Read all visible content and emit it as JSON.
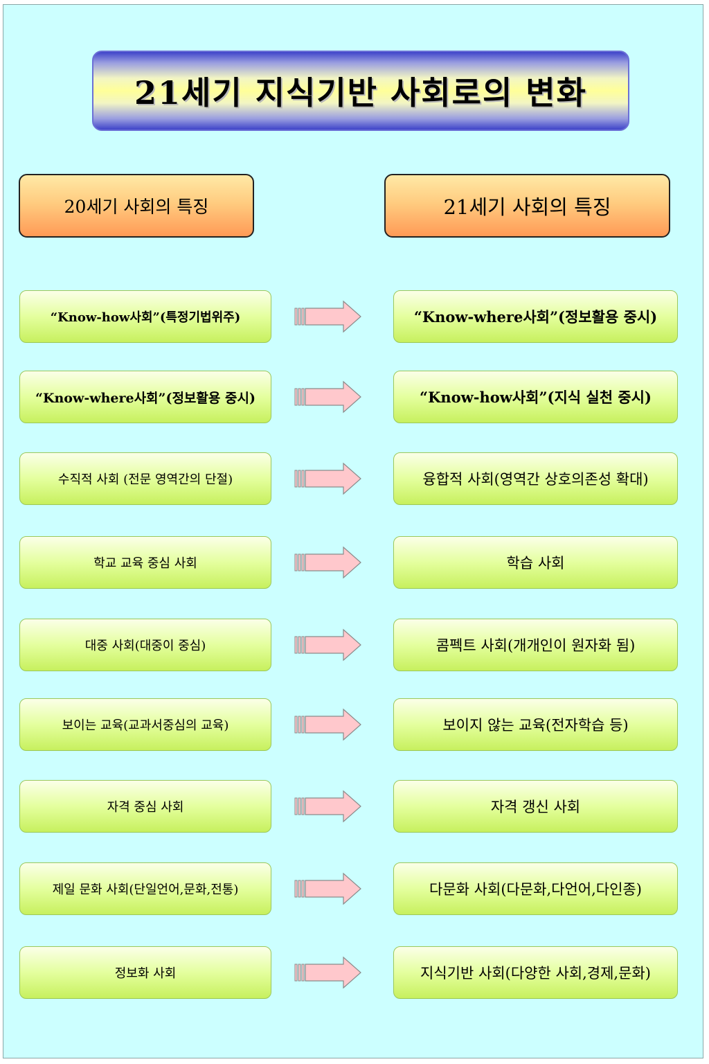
{
  "title": "21세기 지식기반 사회로의 변화",
  "header_left": "20세기 사회의 특징",
  "header_right": "21세기 사회의 특징",
  "rows": [
    {
      "left": "“Know-how사회”(특정기법위주)",
      "right": "“Know-where사회”(정보활용 중시)"
    },
    {
      "left": "“Know-where사회”(정보활용 중시)",
      "right": "“Know-how사회”(지식 실천 중시)"
    },
    {
      "left": "수직적 사회 (전문 영역간의 단절)",
      "right": "융합적 사회(영역간 상호의존성 확대)"
    },
    {
      "left": "학교 교육 중심 사회",
      "right": "학습 사회"
    },
    {
      "left": "대중 사회(대중이 중심)",
      "right": "콤펙트 사회(개개인이 원자화 됨)"
    },
    {
      "left": "보이는 교육(교과서중심의 교육)",
      "right": "보이지 않는 교육(전자학습 등)"
    },
    {
      "left": "자격 중심 사회",
      "right": "자격 갱신 사회"
    },
    {
      "left": "제일 문화 사회(단일언어,문화,전통)",
      "right": "다문화 사회(다문화,다언어,다인종)"
    },
    {
      "left": "정보화 사회",
      "right": "지식기반 사회(다양한 사회,경제,문화)"
    }
  ],
  "colors": {
    "background": "#ccffff",
    "arrow_fill": "#ffc8cc",
    "arrow_stroke": "#8a8a8a"
  }
}
